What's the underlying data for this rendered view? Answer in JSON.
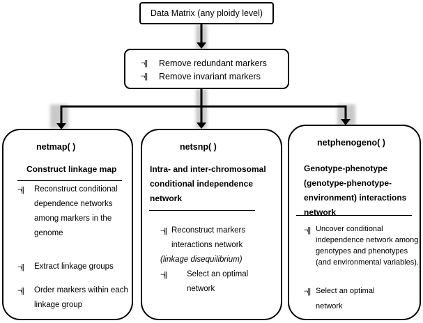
{
  "top": {
    "label": "Data Matrix (any ploidy level)"
  },
  "filter": {
    "items": [
      "Remove redundant markers",
      "Remove invariant markers"
    ]
  },
  "bullet_glyph": "¬||",
  "columns": [
    {
      "func": "netmap( )",
      "heading": "Construct linkage map",
      "items": [
        "Reconstruct conditional dependence networks among markers in the genome",
        "Extract  linkage groups",
        "Order markers within each linkage group"
      ]
    },
    {
      "func": "netsnp( )",
      "heading": "Intra-  and inter-chromosomal conditional independence  network",
      "items": [
        "Reconstruct markers interactions network",
        "(linkage disequilibrium)",
        "Select an optimal network"
      ]
    },
    {
      "func": "netphenogeno( )",
      "heading": "Genotype-phenotype (genotype-phenotype-environment) interactions network",
      "items": [
        "Uncover conditional independence network among genotypes and phenotypes (and environmental variables).",
        "Select  an optimal network"
      ]
    }
  ]
}
